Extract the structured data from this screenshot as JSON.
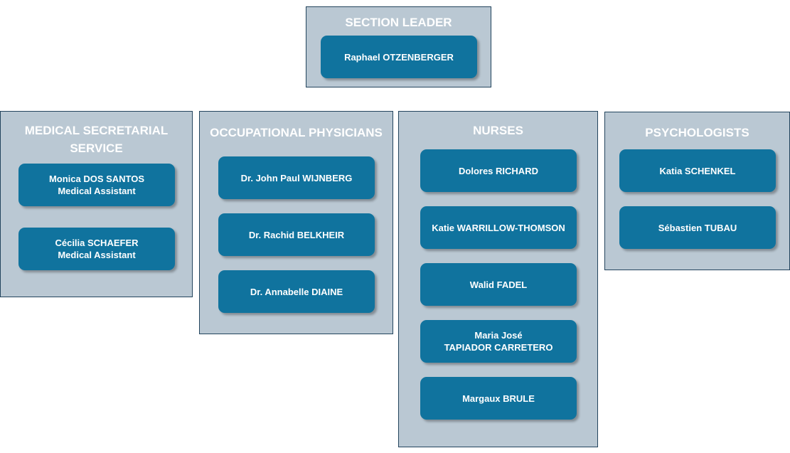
{
  "section_leader": {
    "title": "SECTION LEADER",
    "members": [
      {
        "line1": "Raphael OTZENBERGER",
        "line2": ""
      }
    ]
  },
  "medical_secretarial": {
    "title": "MEDICAL SECRETARIAL\nSERVICE",
    "members": [
      {
        "line1": "Monica DOS SANTOS",
        "line2": "Medical Assistant"
      },
      {
        "line1": "Cécilia SCHAEFER",
        "line2": "Medical Assistant"
      }
    ]
  },
  "occupational_physicians": {
    "title": "OCCUPATIONAL PHYSICIANS",
    "members": [
      {
        "line1": "Dr. John Paul WIJNBERG",
        "line2": ""
      },
      {
        "line1": "Dr. Rachid BELKHEIR",
        "line2": ""
      },
      {
        "line1": "Dr. Annabelle DIAINE",
        "line2": ""
      }
    ]
  },
  "nurses": {
    "title": "NURSES",
    "members": [
      {
        "line1": "Dolores RICHARD",
        "line2": ""
      },
      {
        "line1": "Katie WARRILLOW-THOMSON",
        "line2": ""
      },
      {
        "line1": "Walid FADEL",
        "line2": ""
      },
      {
        "line1": "Maria José",
        "line2": "TAPIADOR CARRETERO"
      },
      {
        "line1": "Margaux BRULE",
        "line2": ""
      }
    ]
  },
  "psychologists": {
    "title": "PSYCHOLOGISTS",
    "members": [
      {
        "line1": "Katia SCHENKEL",
        "line2": ""
      },
      {
        "line1": "Sébastien TUBAU",
        "line2": ""
      }
    ]
  }
}
